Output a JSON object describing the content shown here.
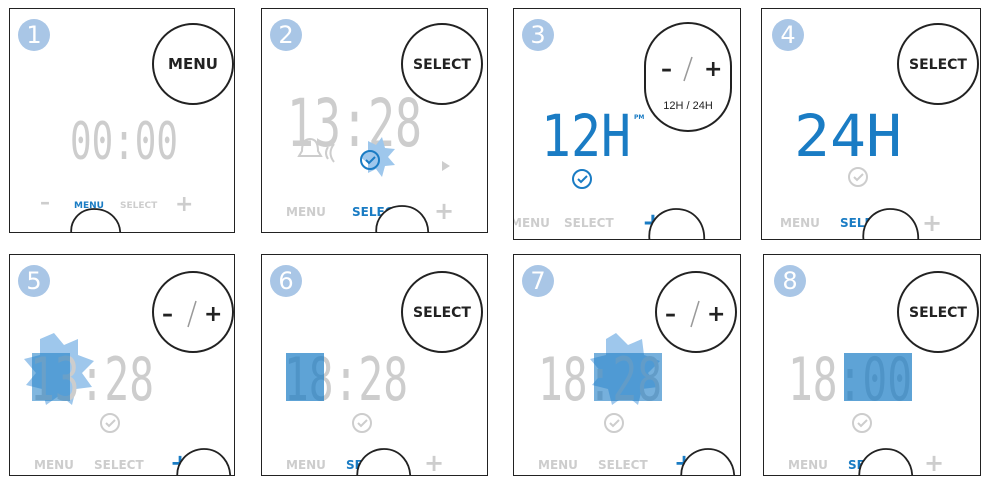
{
  "colors": {
    "accent": "#1a7cc4",
    "step_badge": "#a9c6e6",
    "dim": "#cdcdcd",
    "burst": "#9ec7ec",
    "ink": "#222222"
  },
  "labels": {
    "menu": "MENU",
    "select": "SELECT",
    "plus": "+",
    "minus": "–",
    "pm": "PM",
    "mode": "12H / 24H"
  },
  "panels": [
    {
      "step": "1",
      "display": "00:00",
      "callout": "MENU"
    },
    {
      "step": "2",
      "display": "13:28",
      "callout": "SELECT"
    },
    {
      "step": "3",
      "display": "12H",
      "callout": "–/+"
    },
    {
      "step": "4",
      "display": "24H",
      "callout": "SELECT"
    },
    {
      "step": "5",
      "display": "13:28",
      "callout": "–/+"
    },
    {
      "step": "6",
      "display": "18:28",
      "callout": "SELECT"
    },
    {
      "step": "7",
      "display": "18:28",
      "callout": "–/+"
    },
    {
      "step": "8",
      "display": "18:00",
      "callout": "SELECT"
    }
  ]
}
